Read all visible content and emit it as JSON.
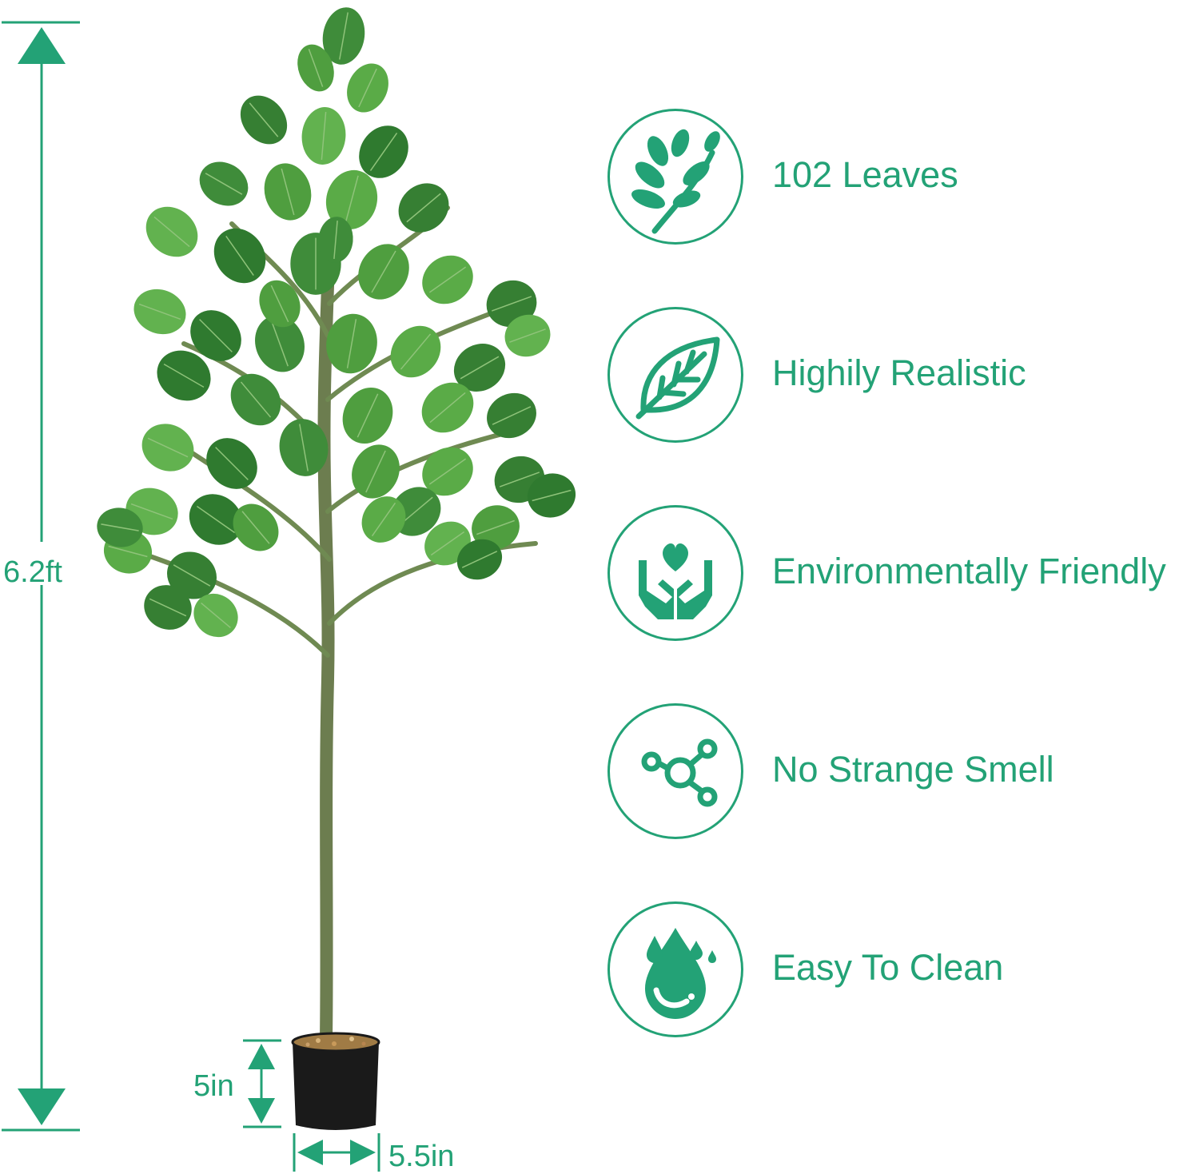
{
  "colors": {
    "accent": "#23a276",
    "pot": "#1a1a1a"
  },
  "dimensions": {
    "height": "6.2ft",
    "pot_height": "5in",
    "pot_width": "5.5in"
  },
  "features": [
    {
      "label": "102 Leaves",
      "icon": "branch-icon"
    },
    {
      "label": "Highily Realistic",
      "icon": "leaf-icon"
    },
    {
      "label": "Environmentally Friendly",
      "icon": "hands-heart-icon"
    },
    {
      "label": "No Strange Smell",
      "icon": "molecule-icon"
    },
    {
      "label": "Easy To Clean",
      "icon": "water-drops-icon"
    }
  ]
}
